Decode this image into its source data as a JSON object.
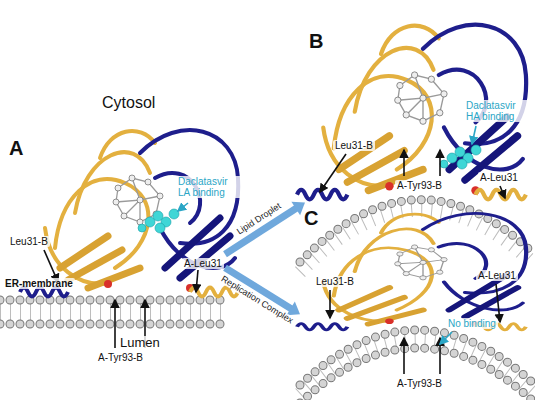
{
  "diagram": {
    "nodes": [
      {
        "text": [
          "A"
        ]
      },
      {
        "text": [
          "B"
        ]
      },
      {
        "text": [
          "C"
        ]
      }
    ],
    "edges": [
      {
        "from": 0,
        "to": 1,
        "label": "Lipid Droplet",
        "arrow": "to"
      },
      {
        "from": 0,
        "to": 2,
        "label": "Replication Complex",
        "arrow": "to"
      }
    ],
    "labels": [
      "Cytosol",
      "Lumen",
      "ER-membrane",
      "Leu31-B",
      "A-Leu31",
      "A-Tyr93-B",
      "Daclatasvir LA binding",
      "Leu31-B",
      "A-Leu31",
      "A-Tyr93-B",
      "Daclatasvir HA binding",
      "Leu31-B",
      "A-Leu31",
      "A-Tyr93-B",
      "No binding"
    ]
  }
}
